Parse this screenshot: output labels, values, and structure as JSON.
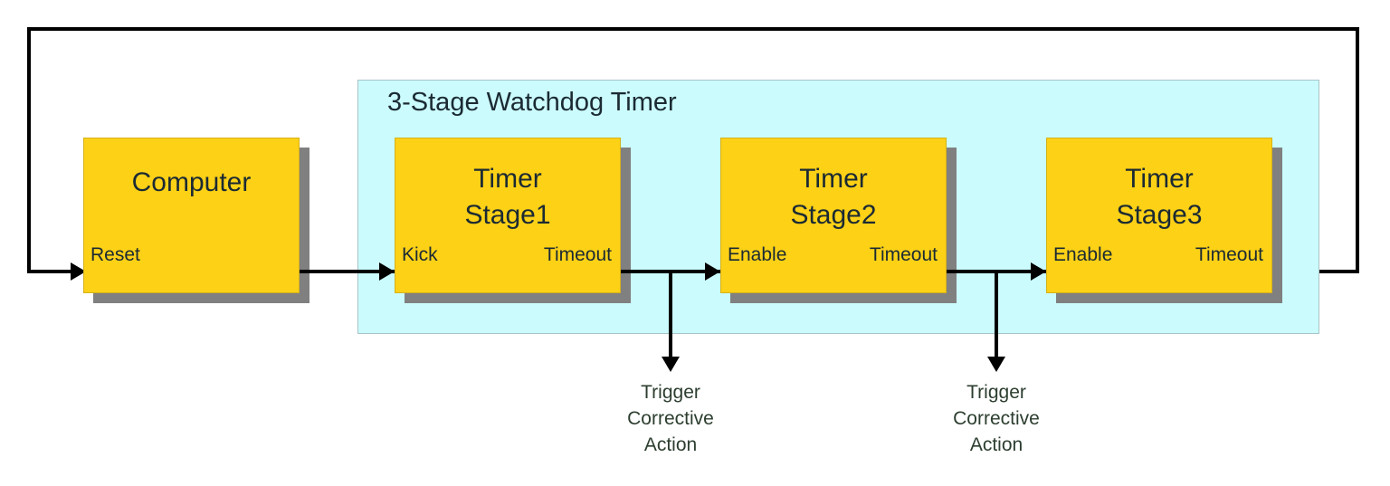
{
  "diagram": {
    "title": "3-Stage Watchdog Timer",
    "colors": {
      "block_fill": "#fcd116",
      "block_shadow": "#808080",
      "group_fill": "#cbfbfd",
      "group_border": "#a9c4c8",
      "wire": "#000000",
      "text": "#1b2a33",
      "note_text": "#2c3e2f",
      "background": "#ffffff"
    }
  },
  "group": {
    "label": "3-Stage Watchdog Timer"
  },
  "blocks": [
    {
      "id": "computer",
      "title": "Computer",
      "input_port": "Reset",
      "output_port": ""
    },
    {
      "id": "timer-stage-1",
      "title": "Timer\nStage1",
      "input_port": "Kick",
      "output_port": "Timeout"
    },
    {
      "id": "timer-stage-2",
      "title": "Timer\nStage2",
      "input_port": "Enable",
      "output_port": "Timeout"
    },
    {
      "id": "timer-stage-3",
      "title": "Timer\nStage3",
      "input_port": "Enable",
      "output_port": "Timeout"
    }
  ],
  "notes": [
    {
      "id": "note-stage-1",
      "text": "Trigger\nCorrective\nAction"
    },
    {
      "id": "note-stage-2",
      "text": "Trigger\nCorrective\nAction"
    }
  ]
}
